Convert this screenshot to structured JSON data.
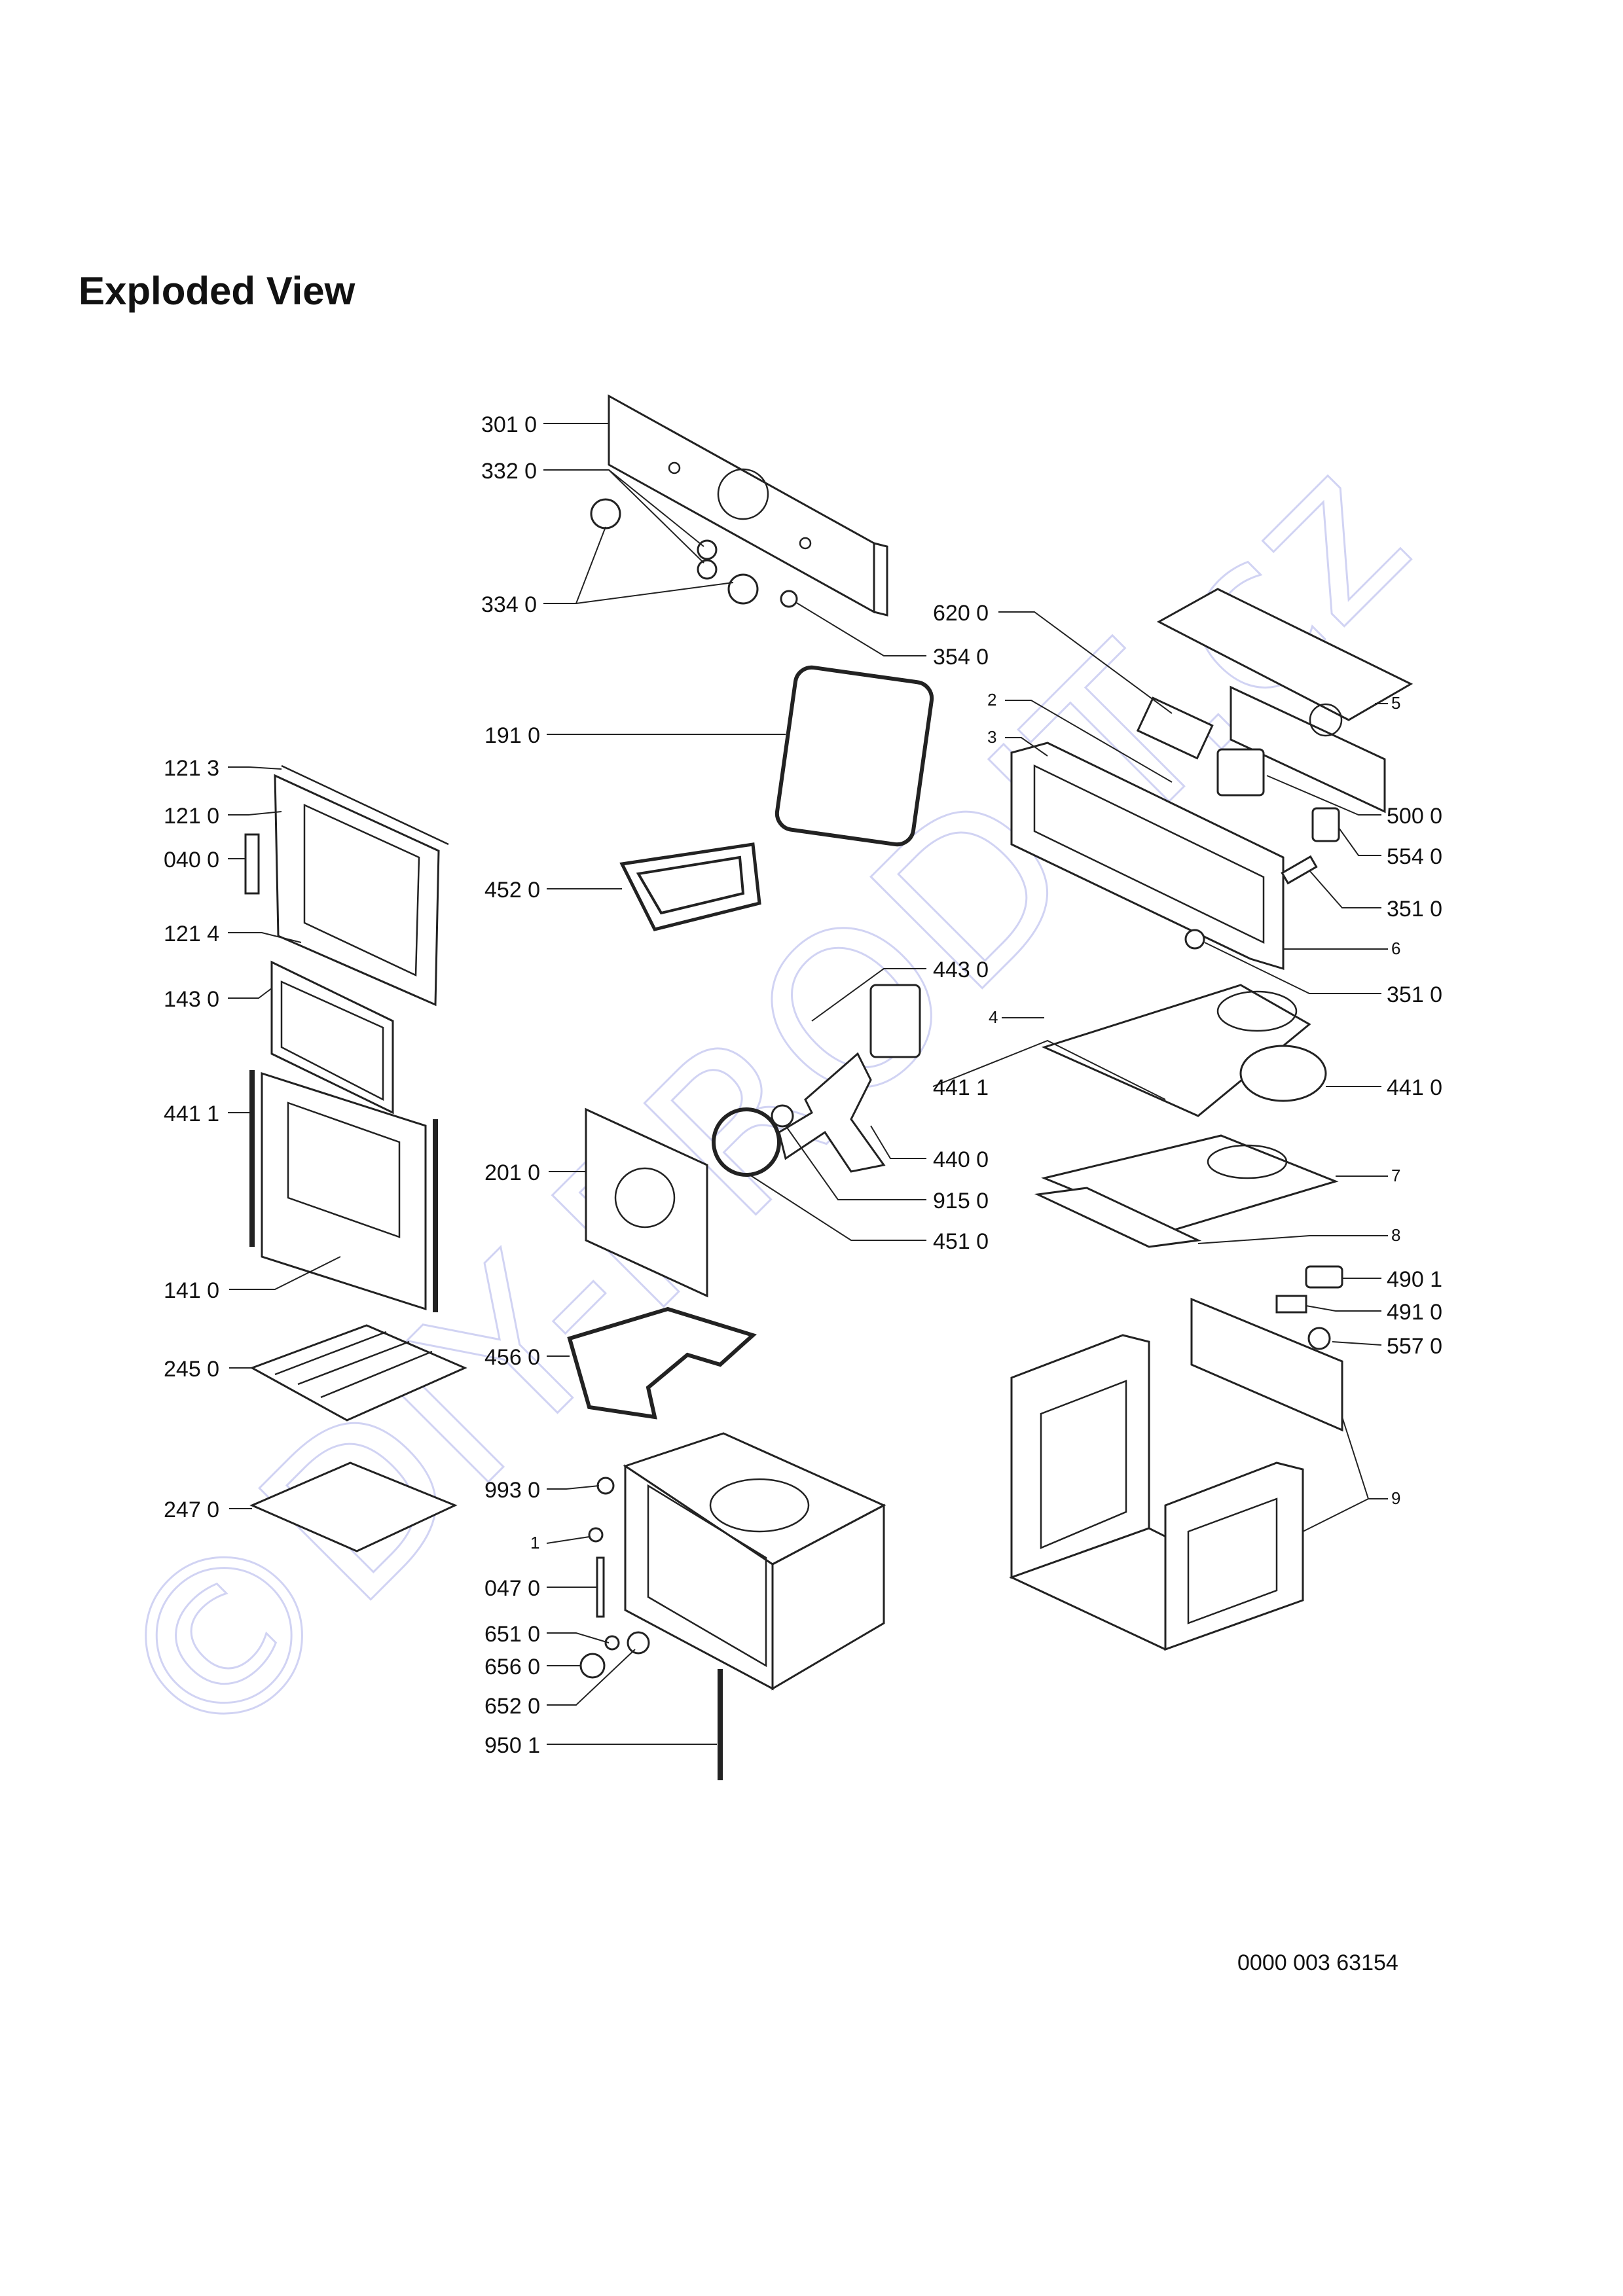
{
  "title": "Exploded View",
  "doc_number": "0000 003 63154",
  "watermark": "©DIY-PRODIT.cz",
  "colors": {
    "watermark": "#c9ccf2",
    "line": "#222222"
  },
  "labels": [
    "301 0",
    "332 0",
    "334 0",
    "354 0",
    "620 0",
    "5",
    "2",
    "3",
    "500 0",
    "554 0",
    "351 0",
    "6",
    "351 0",
    "191 0",
    "121 3",
    "121 0",
    "040 0",
    "452 0",
    "121 4",
    "443 0",
    "4",
    "143 0",
    "441 1",
    "441 1",
    "441 0",
    "440 0",
    "201 0",
    "915 0",
    "7",
    "451 0",
    "8",
    "141 0",
    "490 1",
    "491 0",
    "557 0",
    "456 0",
    "245 0",
    "993 0",
    "247 0",
    "9",
    "1",
    "047 0",
    "651 0",
    "656 0",
    "652 0",
    "950 1"
  ]
}
